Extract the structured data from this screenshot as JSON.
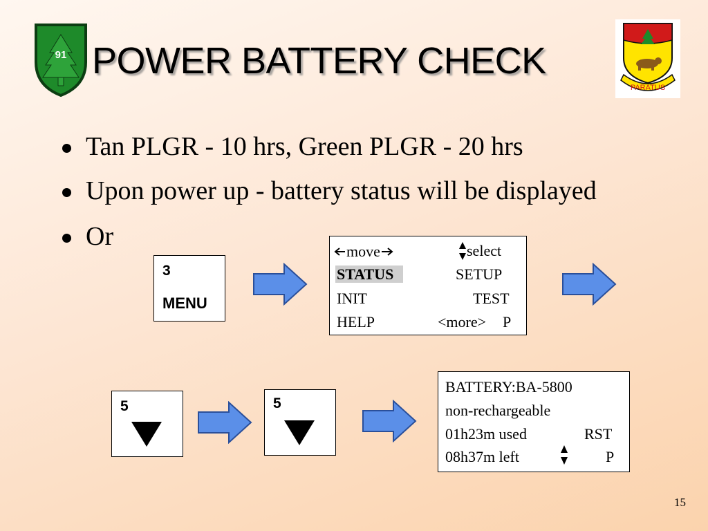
{
  "title": "POWER BATTERY CHECK",
  "badges": {
    "left_number": "91",
    "right_motto": "PARATUS"
  },
  "bullets": [
    "Tan PLGR - 10 hrs, Green PLGR - 20 hrs",
    "Upon power up - battery status will be displayed",
    "Or"
  ],
  "menu_key": {
    "number": "3",
    "label": "MENU"
  },
  "menu_screen": {
    "move": "move",
    "select": "select",
    "status": "STATUS",
    "setup": "SETUP",
    "init": "INIT",
    "test": "TEST",
    "help": "HELP",
    "more": "<more>",
    "p": "P"
  },
  "key5_a": {
    "number": "5"
  },
  "key5_b": {
    "number": "5"
  },
  "battery_screen": {
    "line1": "BATTERY:BA-5800",
    "line2": "non-rechargeable",
    "used": "01h23m used",
    "rst": "RST",
    "left": "08h37m  left",
    "p": "P"
  },
  "page_number": "15",
  "colors": {
    "arrow_fill": "#5b8fe8",
    "shield_green": "#1e8a2a",
    "shield_red": "#d11a1a",
    "shield_yellow": "#ffe400"
  },
  "icons": {
    "scroll_arrows": "up-down-arrow-icon",
    "left_arrow": "left-arrow-icon",
    "right_arrow": "right-arrow-icon"
  }
}
